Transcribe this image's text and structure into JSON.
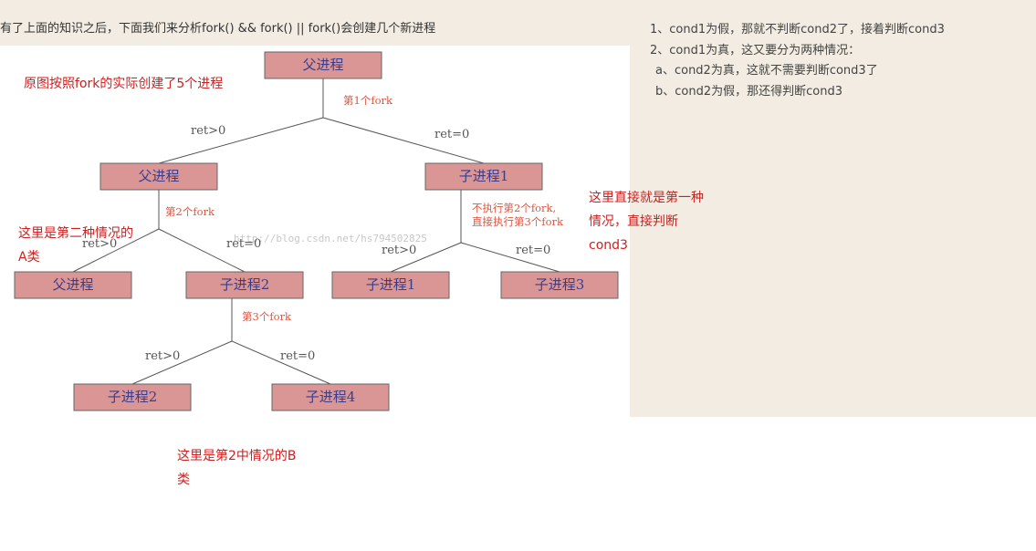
{
  "intro_text": "有了上面的知识之后，下面我们来分析fork() &&   fork() || fork()会创建几个新进程",
  "notes": {
    "line1": "1、cond1为假，那就不判断cond2了，接着判断cond3",
    "line2": "2、cond1为真，这又要分为两种情况：",
    "line3": "a、cond2为真，这就不需要判断cond3了",
    "line4": "b、cond2为假，那还得判断cond3"
  },
  "annotations": {
    "top_left": "原图按照fork的实际创建了5个进程",
    "case_a_1": "这里是第二种情况的",
    "case_a_2": "A类",
    "case_one_1": "这里直接就是第一种",
    "case_one_2": "情况，直接判断",
    "case_one_3": "cond3",
    "case_b_1": "这里是第2中情况的B",
    "case_b_2": "类"
  },
  "diagram": {
    "nodes": {
      "root": "父进程",
      "l1_parent": "父进程",
      "l1_child1": "子进程1",
      "l2_parent": "父进程",
      "l2_child2": "子进程2",
      "l2_child1": "子进程1",
      "l2_child3": "子进程3",
      "l3_child2": "子进程2",
      "l3_child4": "子进程4"
    },
    "forks": {
      "first": "第1个fork",
      "second": "第2个fork",
      "third": "第3个fork",
      "skip_line1": "不执行第2个fork,",
      "skip_line2": "直接执行第3个fork"
    },
    "edges": {
      "gt_root": "ret>0",
      "eq_root": "ret=0",
      "gt_left": "ret>0",
      "eq_left": "ret=0",
      "gt_right": "ret>0",
      "eq_right": "ret=0",
      "gt_bottom": "ret>0",
      "eq_bottom": "ret=0"
    },
    "watermark": "http://blog.csdn.net/hs794502825"
  },
  "colors": {
    "node_fill": "#d99694",
    "node_stroke": "#666666",
    "line": "#555555",
    "annotation_red": "#cc1f1f",
    "fork_label": "#e0533f",
    "panel_beige": "#f2ece2"
  }
}
